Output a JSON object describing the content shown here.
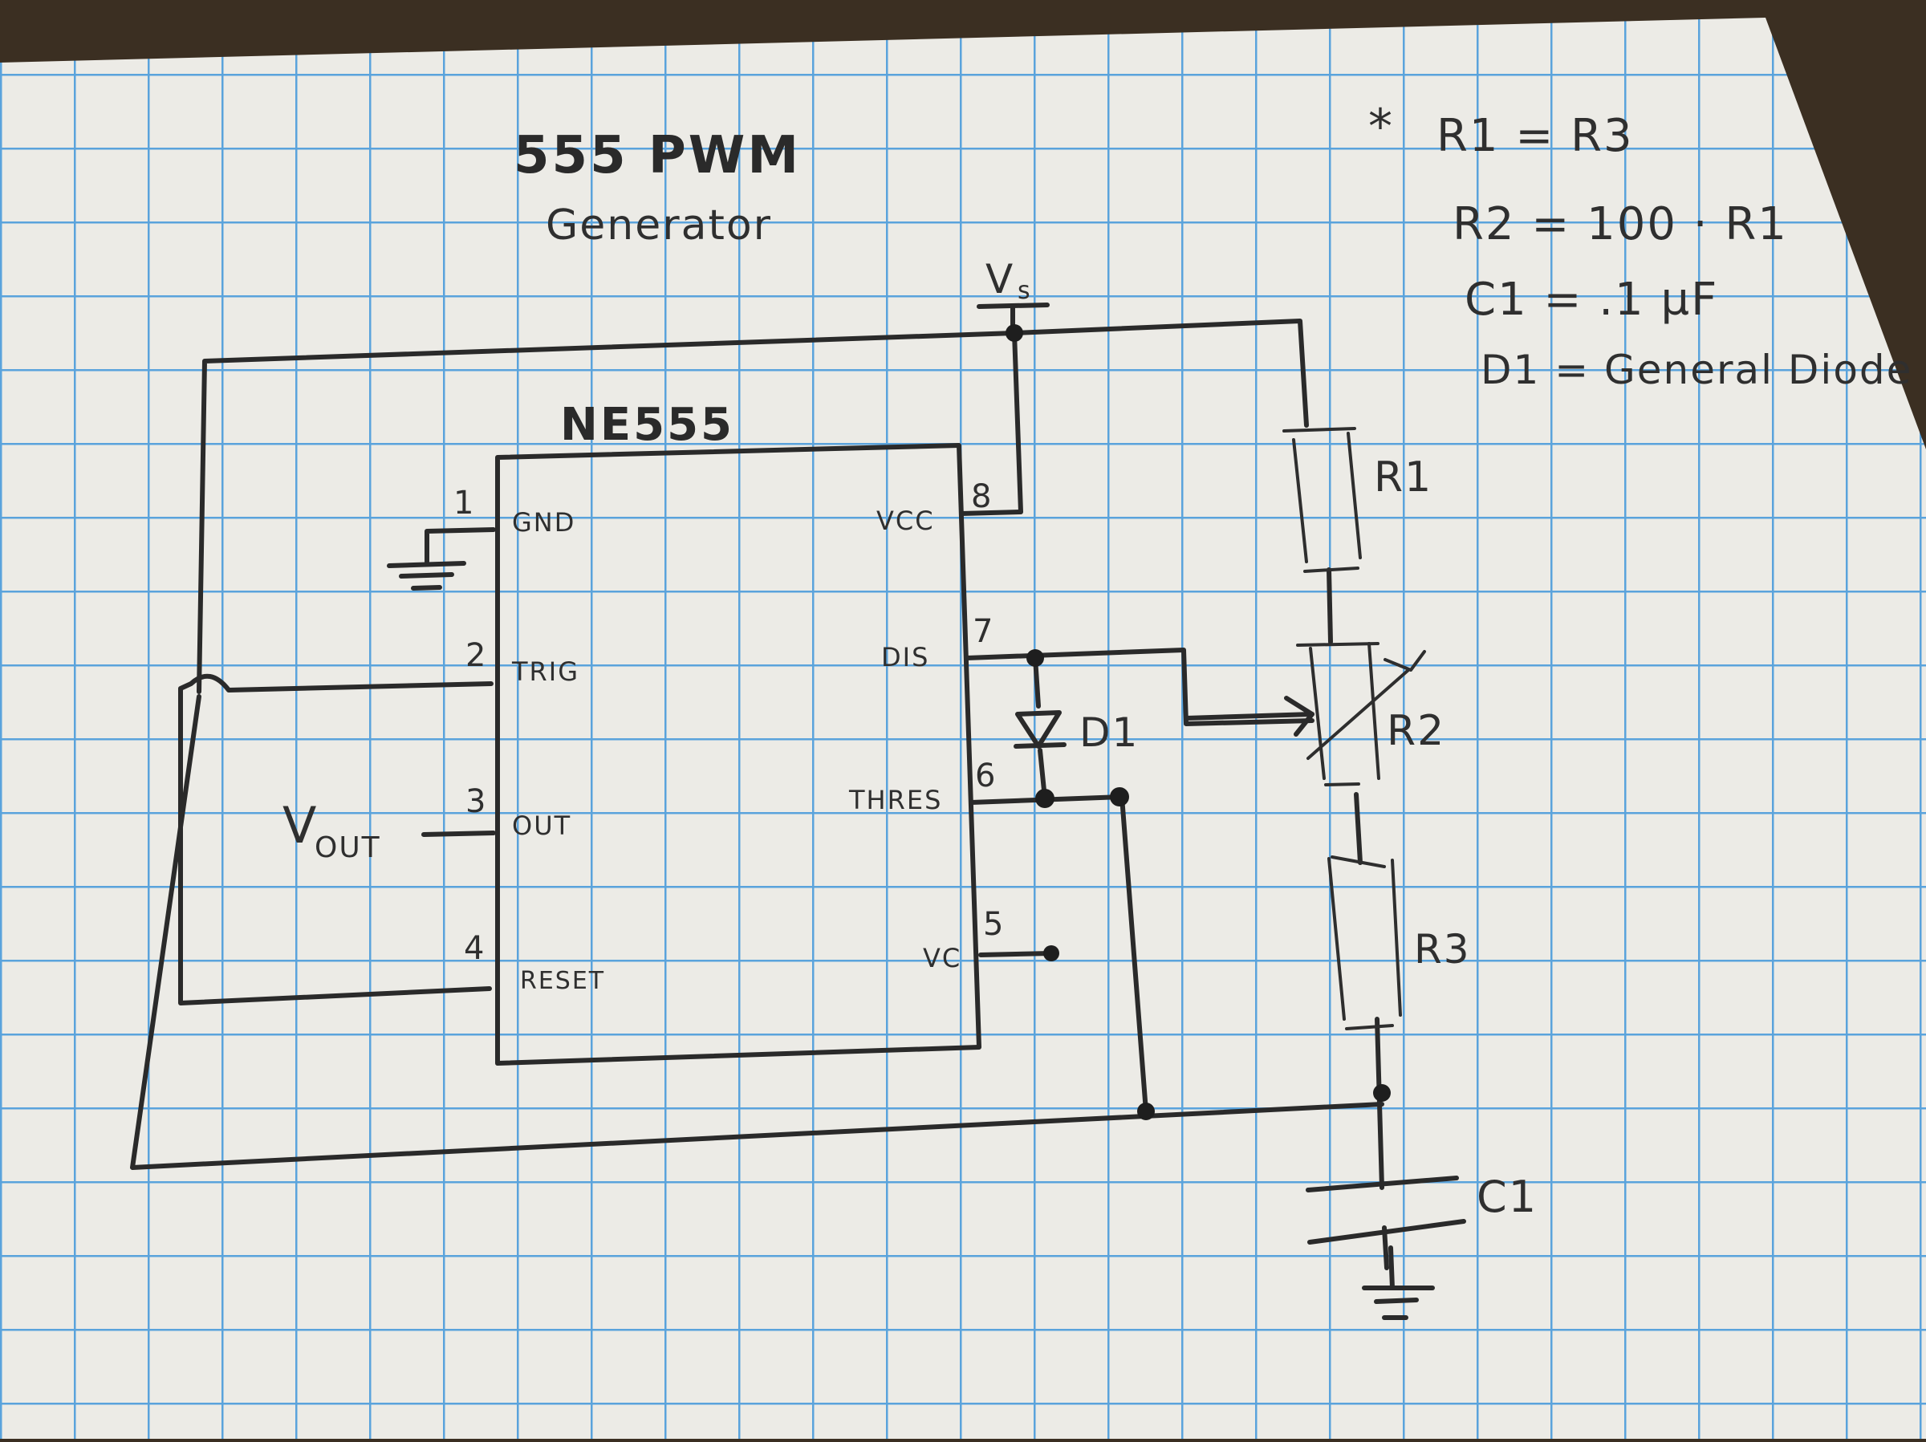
{
  "title": {
    "line1": "555 PWM",
    "line2": "Generator"
  },
  "supply": {
    "label": "V",
    "subscript": "s"
  },
  "chip": {
    "name": "NE555",
    "left_pins": [
      {
        "number": "1",
        "label": "GND"
      },
      {
        "number": "2",
        "label": "TRIG"
      },
      {
        "number": "3",
        "label": "OUT"
      },
      {
        "number": "4",
        "label": "RESET"
      }
    ],
    "right_pins": [
      {
        "number": "8",
        "label": "VCC"
      },
      {
        "number": "7",
        "label": "DIS"
      },
      {
        "number": "6",
        "label": "THRES"
      },
      {
        "number": "5",
        "label": "VC"
      }
    ]
  },
  "output": {
    "label": "V",
    "subscript": "OUT"
  },
  "components": {
    "r1": "R1",
    "r2": "R2",
    "r3": "R3",
    "c1": "C1",
    "d1": "D1"
  },
  "notes": {
    "marker": "*",
    "lines": [
      "R1 = R3",
      "R2 = 100 · R1",
      "C1 = .1 µF",
      "D1 = General Diode"
    ]
  },
  "colors": {
    "paper": "#ecebe6",
    "grid": "#5aa3dc",
    "ink": "#2a2a2a",
    "background": "#3b2f22"
  }
}
